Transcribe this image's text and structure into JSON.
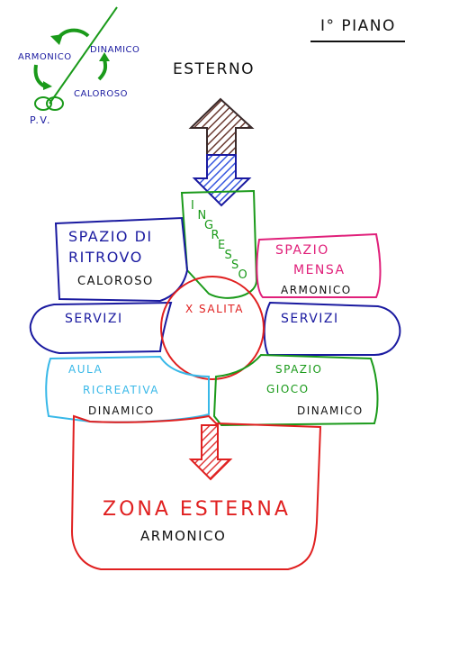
{
  "floor_title": "I° PIANO",
  "legend": {
    "armonico": "ARMONICO",
    "dinamico": "DINAMICO",
    "caloroso": "CALOROSO",
    "pv": "P.V."
  },
  "outside": "ESTERNO",
  "entrance": "INGRESSO",
  "rooms": {
    "spazio_ritrovo": {
      "title_1": "SPAZIO DI",
      "title_2": "RITROVO",
      "mood": "CALOROSO"
    },
    "spazio_mensa": {
      "title_1": "SPAZIO",
      "title_2": "MENSA",
      "mood": "ARMONICO"
    },
    "servizi_left": {
      "title": "SERVIZI"
    },
    "servizi_right": {
      "title": "SERVIZI"
    },
    "salita": {
      "title": "X SALITA"
    },
    "aula_ricreativa": {
      "title_1": "AULA",
      "title_2": "RICREATIVA",
      "mood": "DINAMICO"
    },
    "spazio_gioco": {
      "title_1": "SPAZIO",
      "title_2": "GIOCO",
      "mood": "DINAMICO"
    },
    "zona_esterna": {
      "title": "ZONA ESTERNA",
      "mood": "ARMONICO"
    }
  },
  "colors": {
    "blue": "#1a1aa0",
    "green": "#1a9a1a",
    "red": "#e02020",
    "magenta": "#e0207a",
    "cyan": "#38b8e8",
    "black": "#111111",
    "brown": "#6a3a30"
  }
}
